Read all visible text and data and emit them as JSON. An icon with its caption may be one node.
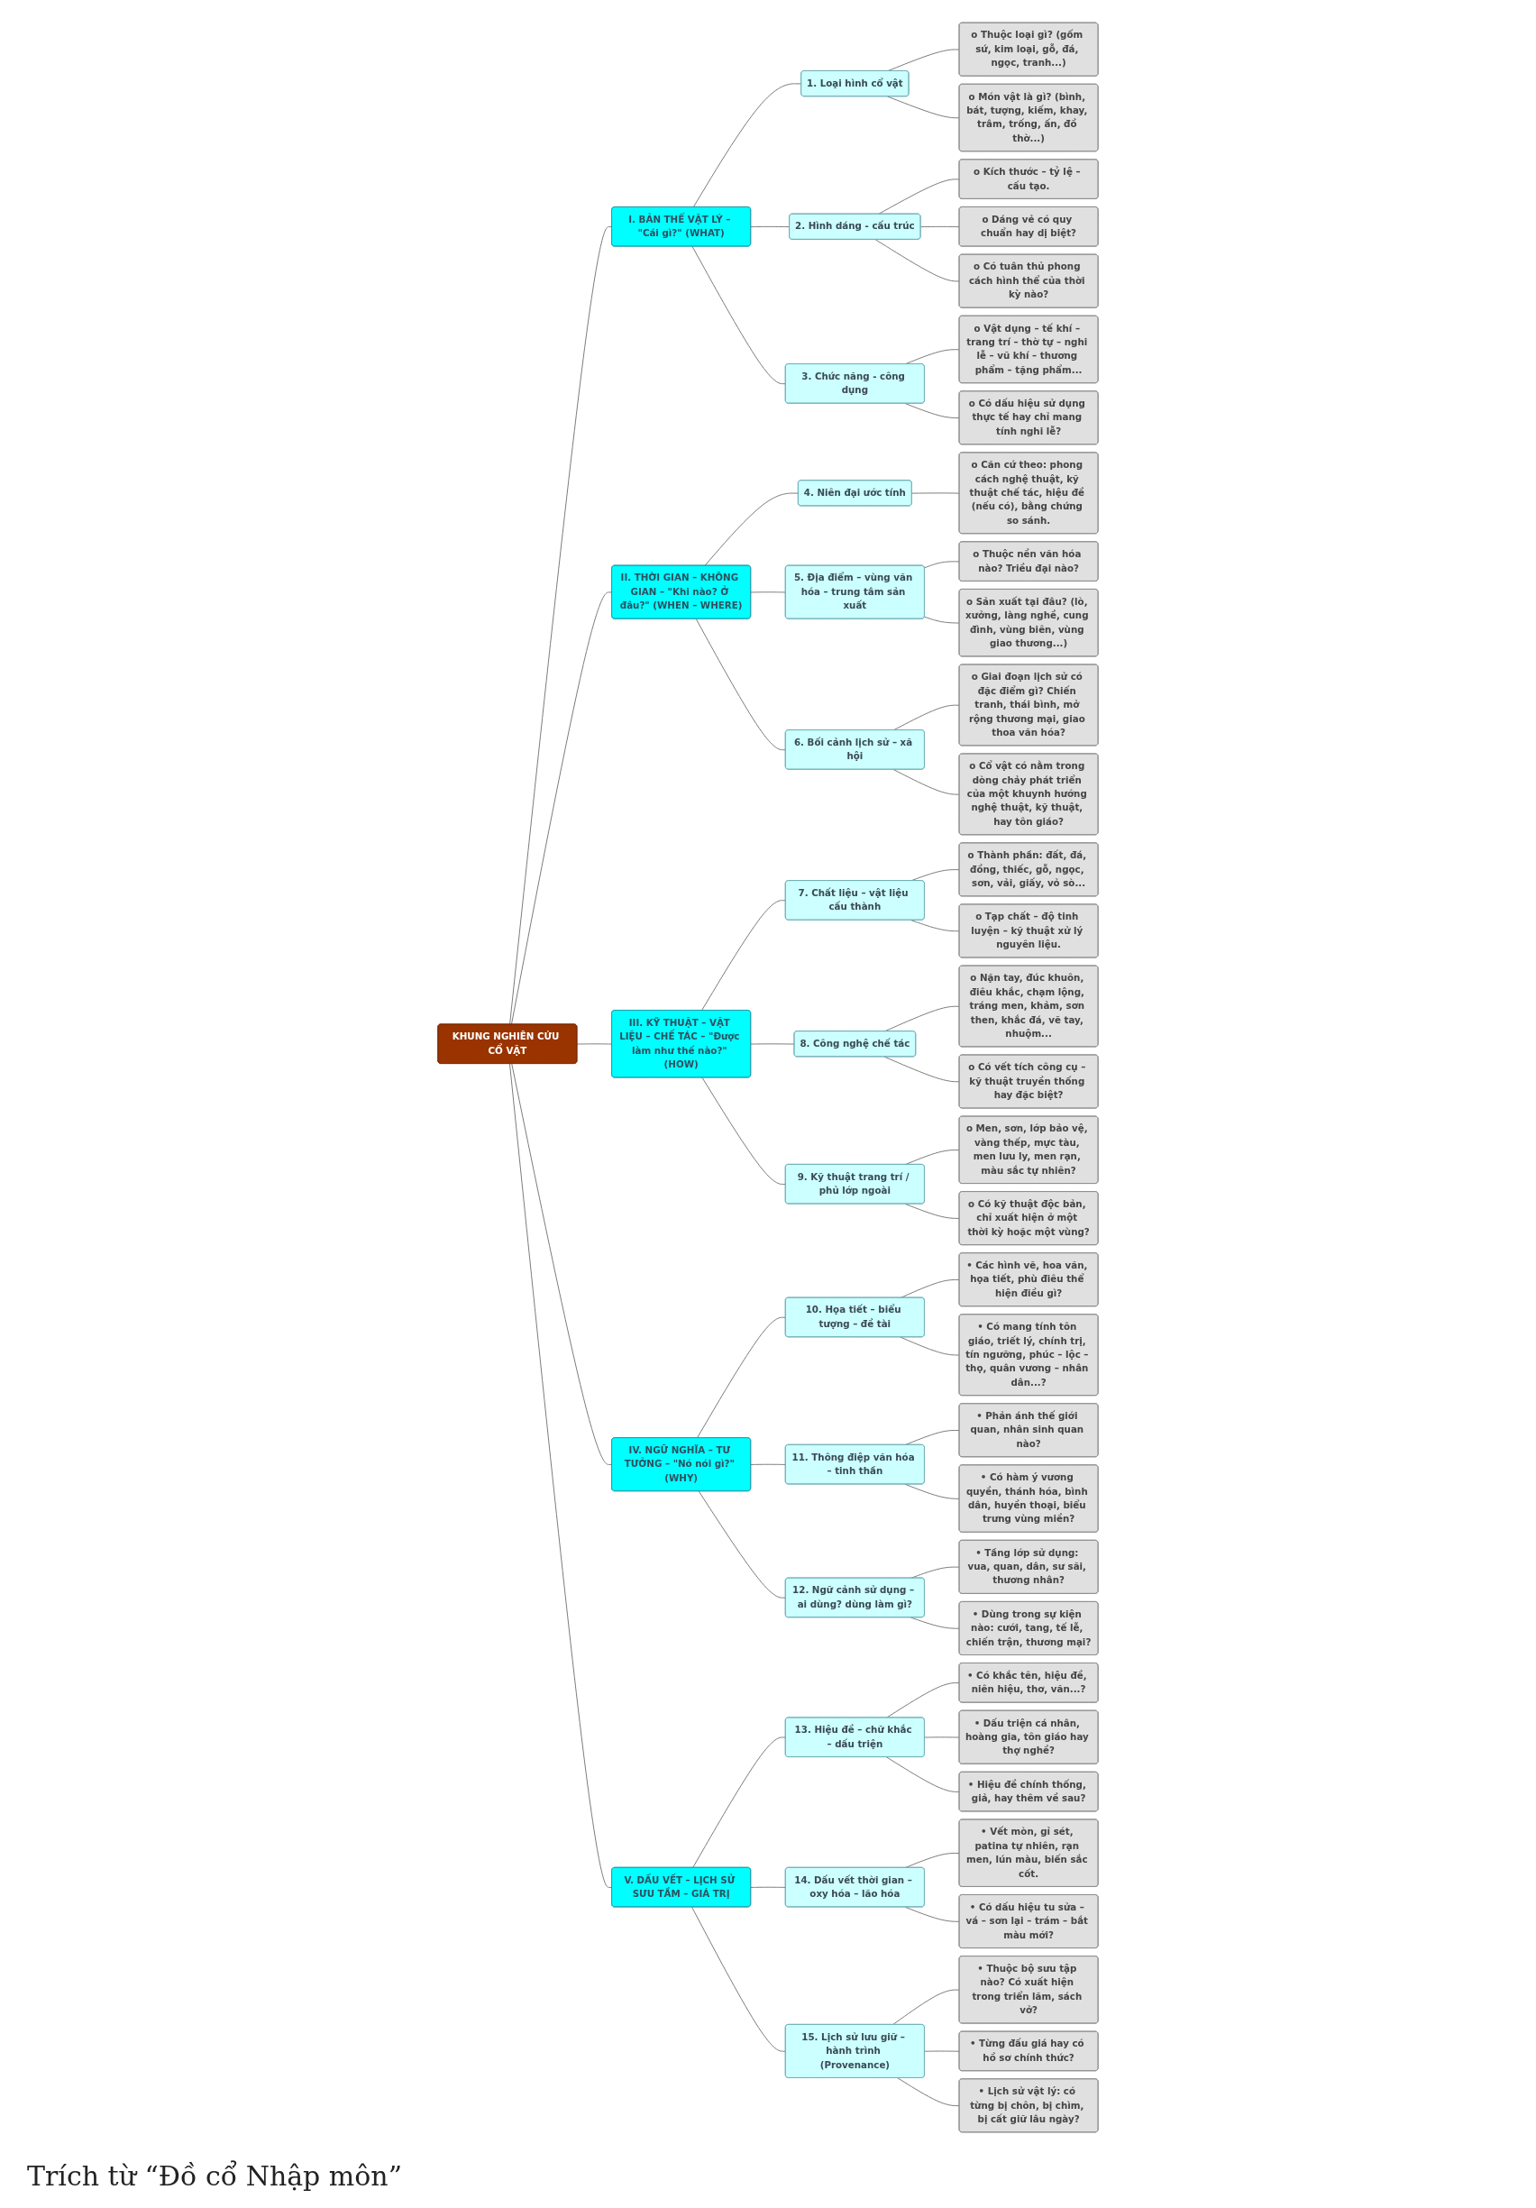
{
  "diagram": {
    "caption": "Trích từ “Đồ cổ Nhập môn”",
    "nodes": [
      {
        "text": [
          "KHUNG NGHIÊN CỨU CỔ VẬT"
        ]
      },
      {
        "text": [
          "I. BẢN THỂ VẬT LÝ – \"Cái gì?\" (WHAT)"
        ]
      },
      {
        "text": [
          "1. Loại hình cổ vật"
        ]
      },
      {
        "text": [
          "o Thuộc loại gì? (gốm sứ, kim loại, gỗ, đá, ngọc, tranh...)"
        ]
      },
      {
        "text": [
          "o Món vật là gì? (bình, bát, tượng, kiếm, khay, trâm, trống, ấn, đồ thờ...)"
        ]
      },
      {
        "text": [
          "2. Hình dáng - cấu trúc"
        ]
      },
      {
        "text": [
          "o Kích thước – tỷ lệ – cấu tạo."
        ]
      },
      {
        "text": [
          "o Dáng vẻ có quy chuẩn hay dị biệt?"
        ]
      },
      {
        "text": [
          "o Có tuân thủ phong cách hình thể của thời kỳ nào?"
        ]
      },
      {
        "text": [
          "3. Chức năng - công dụng"
        ]
      },
      {
        "text": [
          "o Vật dụng – tế khí – trang trí – thờ tự – nghi lễ – vũ khí – thương phẩm – tặng phẩm..."
        ]
      },
      {
        "text": [
          "o Có dấu hiệu sử dụng thực tế hay chỉ mang tính nghi lễ?"
        ]
      },
      {
        "text": [
          "II. THỜI GIAN – KHÔNG GIAN – \"Khi nào? Ở đâu?\" (WHEN – WHERE)"
        ]
      },
      {
        "text": [
          "4. Niên đại ước tính"
        ]
      },
      {
        "text": [
          "o Căn cứ theo: phong cách nghệ thuật, kỹ thuật chế tác, hiệu đề (nếu có), bằng chứng so sánh."
        ]
      },
      {
        "text": [
          "5. Địa điểm – vùng văn hóa – trung tâm sản xuất"
        ]
      },
      {
        "text": [
          "o Thuộc nền văn hóa nào? Triều đại nào?"
        ]
      },
      {
        "text": [
          "o Sản xuất tại đâu? (lò, xưởng, làng nghề, cung đình, vùng biên, vùng giao thương...)"
        ]
      },
      {
        "text": [
          "6. Bối cảnh lịch sử – xã hội"
        ]
      },
      {
        "text": [
          "o Giai đoạn lịch sử có đặc điểm gì? Chiến tranh, thái bình, mở rộng thương mại, giao thoa văn hóa?"
        ]
      },
      {
        "text": [
          "o Cổ vật có nằm trong dòng chảy phát triển của một khuynh hướng nghệ thuật, kỹ thuật, hay tôn giáo?"
        ]
      },
      {
        "text": [
          "III. KỸ THUẬT – VẬT LIỆU – CHẾ TÁC – \"Được làm như thế nào?\" (HOW)"
        ]
      },
      {
        "text": [
          "7. Chất liệu – vật liệu cấu thành"
        ]
      },
      {
        "text": [
          "o Thành phần: đất, đá, đồng, thiếc, gỗ, ngọc, sơn, vải, giấy, vỏ sò..."
        ]
      },
      {
        "text": [
          "o Tạp chất – độ tinh luyện – kỹ thuật xử lý nguyên liệu."
        ]
      },
      {
        "text": [
          "8. Công nghệ chế tác"
        ]
      },
      {
        "text": [
          "o Nặn tay, đúc khuôn, điêu khắc, chạm lộng, tráng men, khảm, sơn then, khắc đá, vẽ tay, nhuộm..."
        ]
      },
      {
        "text": [
          "o Có vết tích công cụ – kỹ thuật truyền thống hay đặc biệt?"
        ]
      },
      {
        "text": [
          "9. Kỹ thuật trang trí / phủ lớp ngoài"
        ]
      },
      {
        "text": [
          "o Men, sơn, lớp bảo vệ, vàng thếp, mực tàu, men lưu ly, men rạn, màu sắc tự nhiên?"
        ]
      },
      {
        "text": [
          "o Có kỹ thuật độc bản, chỉ xuất hiện ở một thời kỳ hoặc một vùng?"
        ]
      },
      {
        "text": [
          "IV. NGỮ NGHĨA – TƯ TƯỞNG – \"Nó nói gì?\" (WHY)"
        ]
      },
      {
        "text": [
          "10. Họa tiết – biểu tượng – đề tài"
        ]
      },
      {
        "text": [
          "• Các hình vẽ, hoa văn, họa tiết, phù điêu thể hiện điều gì?"
        ]
      },
      {
        "text": [
          "• Có mang tính tôn giáo, triết lý, chính trị, tín ngưỡng, phúc – lộc – thọ, quân vương – nhân dân...?"
        ]
      },
      {
        "text": [
          "11. Thông điệp văn hóa – tinh thần"
        ]
      },
      {
        "text": [
          "• Phản ánh thế giới quan, nhân sinh quan nào?"
        ]
      },
      {
        "text": [
          "• Có hàm ý vương quyền, thánh hóa, bình dân, huyền thoại, biểu trưng vùng miền?"
        ]
      },
      {
        "text": [
          "12. Ngữ cảnh sử dụng – ai dùng? dùng làm gì?"
        ]
      },
      {
        "text": [
          "• Tầng lớp sử dụng: vua, quan, dân, sư sãi, thương nhân?"
        ]
      },
      {
        "text": [
          "• Dùng trong sự kiện nào: cưới, tang, tế lễ, chiến trận, thương mại?"
        ]
      },
      {
        "text": [
          "V. DẤU VẾT – LỊCH SỬ SƯU TẦM – GIÁ TRỊ"
        ]
      },
      {
        "text": [
          "13. Hiệu đề – chữ khắc – dấu triện"
        ]
      },
      {
        "text": [
          "• Có khắc tên, hiệu đề, niên hiệu, thơ, văn...?"
        ]
      },
      {
        "text": [
          "• Dấu triện cá nhân, hoàng gia, tôn giáo hay thợ nghề?"
        ]
      },
      {
        "text": [
          "• Hiệu đề chính thống, giả, hay thêm về sau?"
        ]
      },
      {
        "text": [
          "14. Dấu vết thời gian – oxy hóa – lão hóa"
        ]
      },
      {
        "text": [
          "• Vết mòn, gỉ sét, patina tự nhiên, rạn men, lún màu, biến sắc cốt."
        ]
      },
      {
        "text": [
          "• Có dấu hiệu tu sửa – vá – sơn lại – trám – bắt màu mới?"
        ]
      },
      {
        "text": [
          "15. Lịch sử lưu giữ – hành trình (Provenance)"
        ]
      },
      {
        "text": [
          "• Thuộc bộ sưu tập nào? Có xuất hiện trong triển lãm, sách vở?"
        ]
      },
      {
        "text": [
          "• Từng đấu giá hay có hồ sơ chính thức?"
        ]
      },
      {
        "text": [
          "• Lịch sử vật lý: có từng bị chôn, bị chìm, bị cất giữ lâu ngày?"
        ]
      }
    ],
    "edges": [
      {
        "from": 0,
        "to": 1,
        "arrow": "none"
      },
      {
        "from": 1,
        "to": 2,
        "arrow": "none"
      },
      {
        "from": 2,
        "to": 3,
        "arrow": "none"
      },
      {
        "from": 2,
        "to": 4,
        "arrow": "none"
      },
      {
        "from": 1,
        "to": 5,
        "arrow": "none"
      },
      {
        "from": 5,
        "to": 6,
        "arrow": "none"
      },
      {
        "from": 5,
        "to": 7,
        "arrow": "none"
      },
      {
        "from": 5,
        "to": 8,
        "arrow": "none"
      },
      {
        "from": 1,
        "to": 9,
        "arrow": "none"
      },
      {
        "from": 9,
        "to": 10,
        "arrow": "none"
      },
      {
        "from": 9,
        "to": 11,
        "arrow": "none"
      },
      {
        "from": 0,
        "to": 12,
        "arrow": "none"
      },
      {
        "from": 12,
        "to": 13,
        "arrow": "none"
      },
      {
        "from": 13,
        "to": 14,
        "arrow": "none"
      },
      {
        "from": 12,
        "to": 15,
        "arrow": "none"
      },
      {
        "from": 15,
        "to": 16,
        "arrow": "none"
      },
      {
        "from": 15,
        "to": 17,
        "arrow": "none"
      },
      {
        "from": 12,
        "to": 18,
        "arrow": "none"
      },
      {
        "from": 18,
        "to": 19,
        "arrow": "none"
      },
      {
        "from": 18,
        "to": 20,
        "arrow": "none"
      },
      {
        "from": 0,
        "to": 21,
        "arrow": "none"
      },
      {
        "from": 21,
        "to": 22,
        "arrow": "none"
      },
      {
        "from": 22,
        "to": 23,
        "arrow": "none"
      },
      {
        "from": 22,
        "to": 24,
        "arrow": "none"
      },
      {
        "from": 21,
        "to": 25,
        "arrow": "none"
      },
      {
        "from": 25,
        "to": 26,
        "arrow": "none"
      },
      {
        "from": 25,
        "to": 27,
        "arrow": "none"
      },
      {
        "from": 21,
        "to": 28,
        "arrow": "none"
      },
      {
        "from": 28,
        "to": 29,
        "arrow": "none"
      },
      {
        "from": 28,
        "to": 30,
        "arrow": "none"
      },
      {
        "from": 0,
        "to": 31,
        "arrow": "none"
      },
      {
        "from": 31,
        "to": 32,
        "arrow": "none"
      },
      {
        "from": 32,
        "to": 33,
        "arrow": "none"
      },
      {
        "from": 32,
        "to": 34,
        "arrow": "none"
      },
      {
        "from": 31,
        "to": 35,
        "arrow": "none"
      },
      {
        "from": 35,
        "to": 36,
        "arrow": "none"
      },
      {
        "from": 35,
        "to": 37,
        "arrow": "none"
      },
      {
        "from": 31,
        "to": 38,
        "arrow": "none"
      },
      {
        "from": 38,
        "to": 39,
        "arrow": "none"
      },
      {
        "from": 38,
        "to": 40,
        "arrow": "none"
      },
      {
        "from": 0,
        "to": 41,
        "arrow": "none"
      },
      {
        "from": 41,
        "to": 42,
        "arrow": "none"
      },
      {
        "from": 42,
        "to": 43,
        "arrow": "none"
      },
      {
        "from": 42,
        "to": 44,
        "arrow": "none"
      },
      {
        "from": 42,
        "to": 45,
        "arrow": "none"
      },
      {
        "from": 41,
        "to": 46,
        "arrow": "none"
      },
      {
        "from": 46,
        "to": 47,
        "arrow": "none"
      },
      {
        "from": 46,
        "to": 48,
        "arrow": "none"
      },
      {
        "from": 41,
        "to": 49,
        "arrow": "none"
      },
      {
        "from": 49,
        "to": 50,
        "arrow": "none"
      },
      {
        "from": 49,
        "to": 51,
        "arrow": "none"
      },
      {
        "from": 49,
        "to": 52,
        "arrow": "none"
      }
    ]
  }
}
